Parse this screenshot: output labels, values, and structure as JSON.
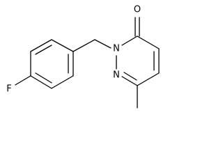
{
  "molecule": {
    "colors": {
      "bond": "#000000",
      "label": "#000000",
      "background": "#ffffff"
    },
    "atoms": {
      "oxygen": "O",
      "nitrogen_1": "N",
      "nitrogen_2": "N",
      "fluorine": "F"
    }
  }
}
